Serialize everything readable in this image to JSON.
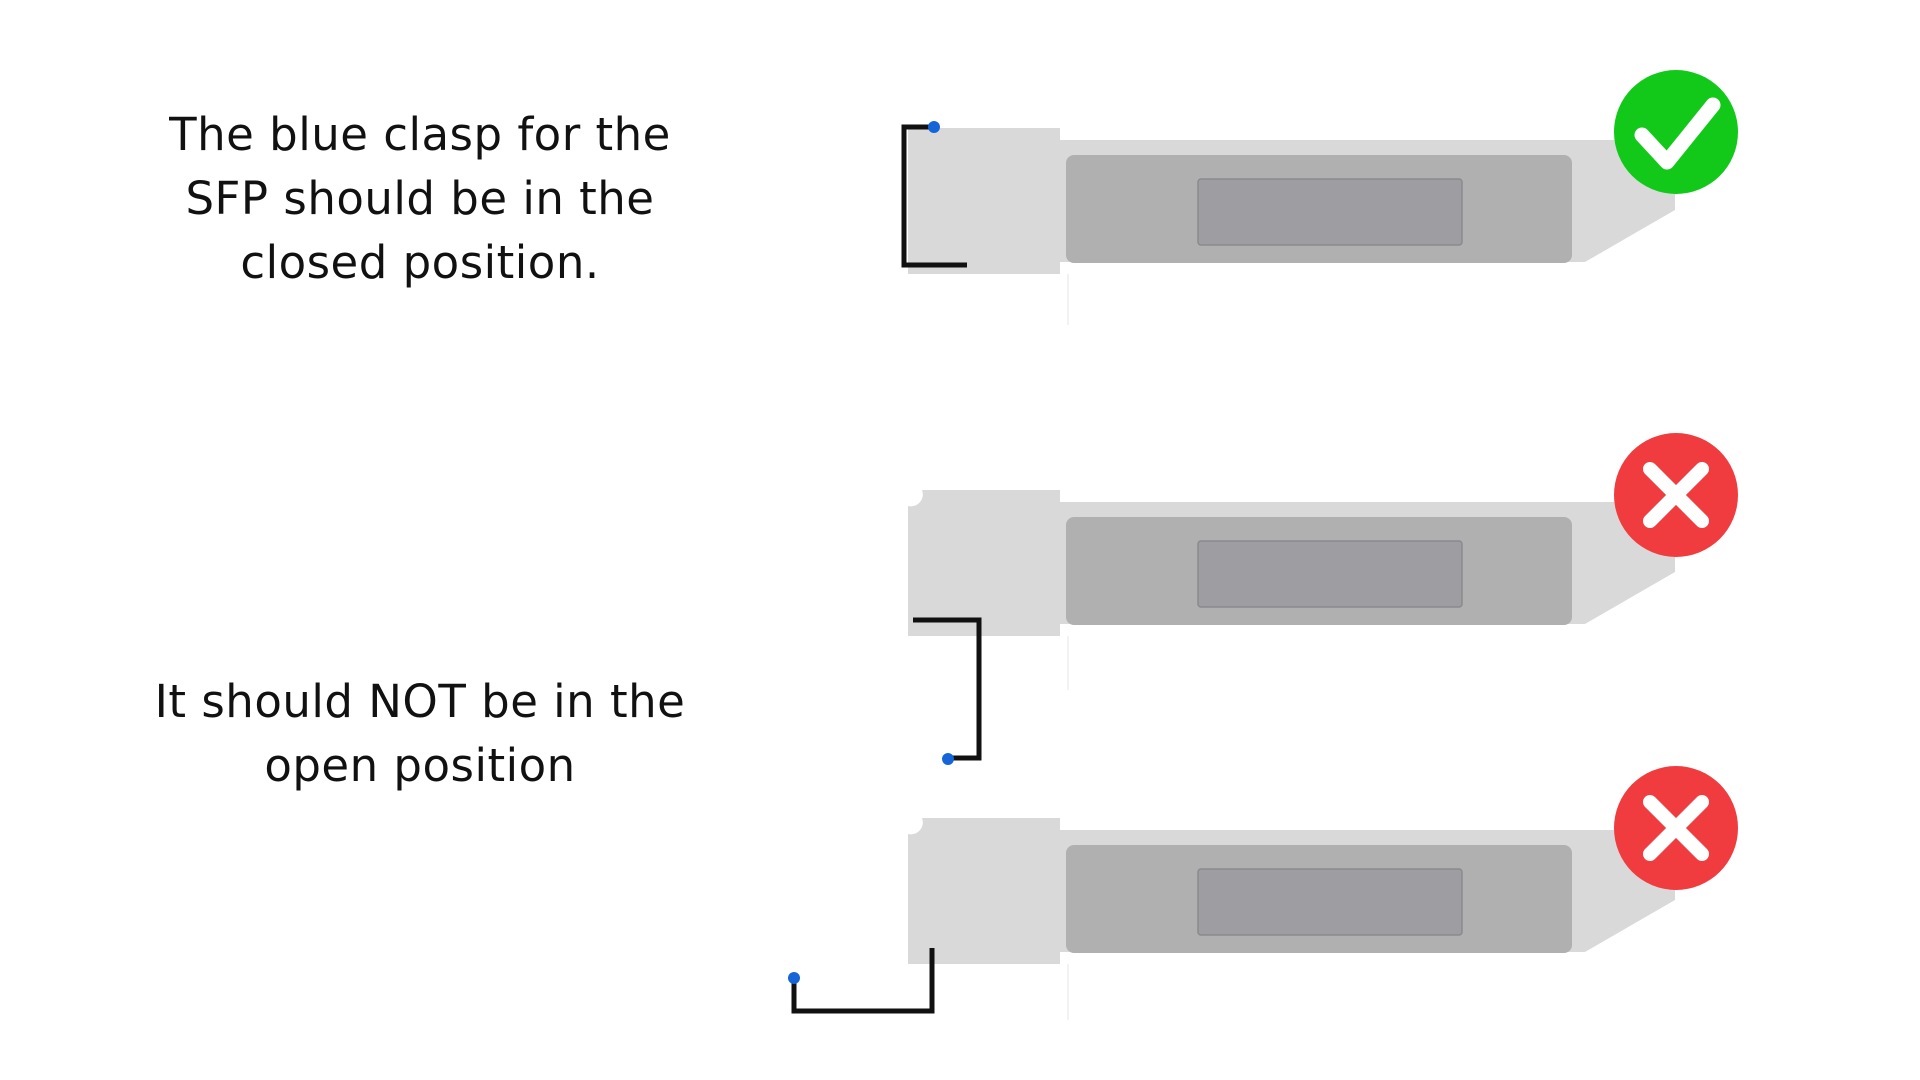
{
  "captions": {
    "correct": "The blue clasp for the\nSFP should be in the\nclosed position.",
    "incorrect": "It should NOT be in the\nopen position"
  },
  "examples": [
    {
      "clasp_state": "closed",
      "verdict": "correct",
      "icon": "checkmark-icon"
    },
    {
      "clasp_state": "open",
      "verdict": "incorrect",
      "icon": "x-mark-icon"
    },
    {
      "clasp_state": "open",
      "verdict": "incorrect",
      "icon": "x-mark-icon"
    }
  ],
  "colors": {
    "module_body": "#d9d9d9",
    "module_panel": "#b0b0b0",
    "module_label": "#9d9da2",
    "clasp": "#111111",
    "clasp_tip": "#1565d8",
    "correct": "#12c91a",
    "incorrect": "#f03c3f"
  }
}
